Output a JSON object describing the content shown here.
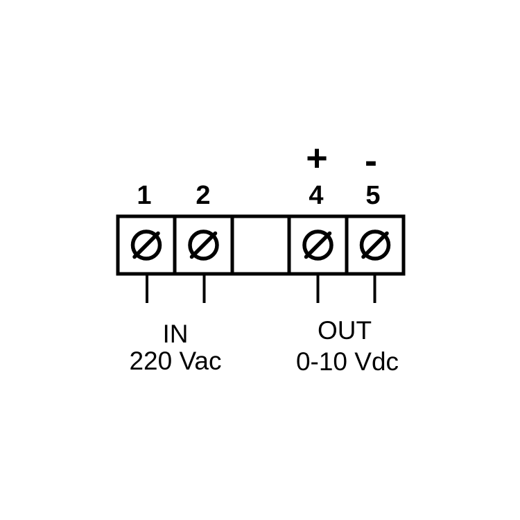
{
  "colors": {
    "background": "#ffffff",
    "line": "#000000",
    "text": "#000000"
  },
  "polarity": {
    "plus": "+",
    "minus": "-"
  },
  "terminals": [
    {
      "number": "1",
      "has_screw": true
    },
    {
      "number": "2",
      "has_screw": true
    },
    {
      "number": "",
      "has_screw": false
    },
    {
      "number": "4",
      "has_screw": true
    },
    {
      "number": "5",
      "has_screw": true
    }
  ],
  "connections": {
    "input": {
      "label": "IN",
      "value": "220 Vac",
      "terminal_numbers": [
        "1",
        "2"
      ]
    },
    "output": {
      "label": "OUT",
      "value": "0-10 Vdc",
      "terminal_numbers": [
        "4",
        "5"
      ],
      "plus_terminal": "4",
      "minus_terminal": "5"
    }
  }
}
